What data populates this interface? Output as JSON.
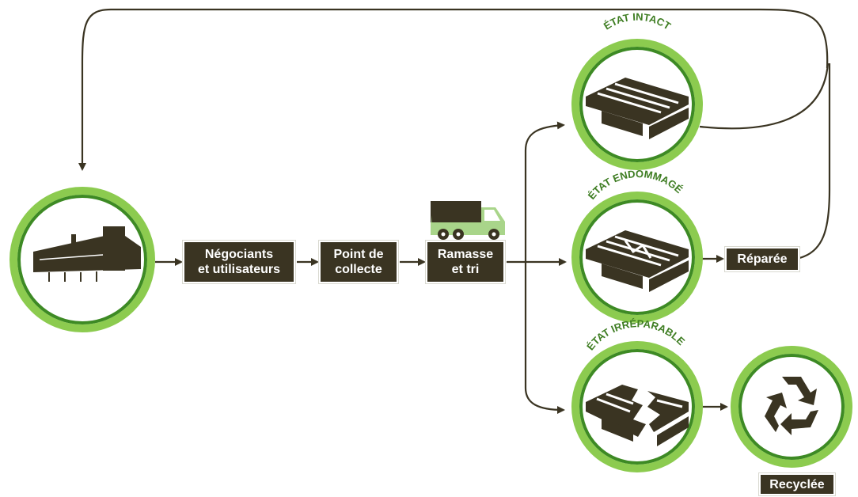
{
  "nodes": {
    "negociants": "Négociants\net utilisateurs",
    "point_collecte": "Point de\ncollecte",
    "ramasse": "Ramasse\net tri",
    "reparee": "Réparée",
    "recyclee": "Recyclée"
  },
  "states": {
    "intact": "ÉTAT INTACT",
    "endommage": "ÉTAT ENDOMMAGÉ",
    "irreparable": "ÉTAT IRRÉPARABLE"
  },
  "icons": {
    "factory": "factory-icon",
    "truck": "truck-icon",
    "pallet_intact": "pallet-intact-icon",
    "pallet_damaged": "pallet-damaged-icon",
    "pallet_broken": "pallet-broken-icon",
    "recycle": "recycle-icon"
  },
  "colors": {
    "dark": "#3a3422",
    "green": "#5aa02c",
    "light_green": "#8ccb4f",
    "truck_green": "#a9d58a"
  }
}
